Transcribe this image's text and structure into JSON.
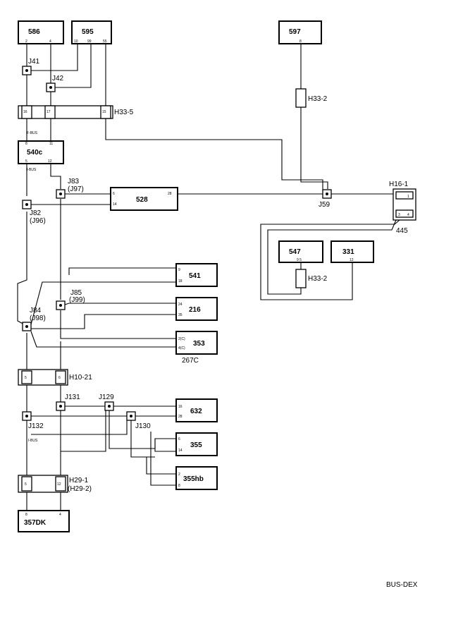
{
  "components": {
    "c586": "586",
    "c595": "595",
    "c597": "597",
    "c540c": "540c",
    "c528": "528",
    "c547": "547",
    "c331": "331",
    "c541": "541",
    "c216": "216",
    "c353": "353",
    "c632": "632",
    "c355": "355",
    "c355hb": "355hb",
    "c357dk": "357DK"
  },
  "connectors": {
    "h33_5": "H33-5",
    "h33_2_top": "H33-2",
    "h16_1": "H16-1",
    "h33_2_bottom": "H33-2",
    "h10_21": "H10-21",
    "h29_1": "H29-1",
    "h29_2": "(H29-2)"
  },
  "junctions": {
    "j41": "J41",
    "j42": "J42",
    "j83": "J83",
    "j97": "(J97)",
    "j82": "J82",
    "j96": "(J96)",
    "j59": "J59",
    "j85": "J85",
    "j99": "(J99)",
    "j84": "J84",
    "j98": "(J98)",
    "j131": "J131",
    "j129": "J129",
    "j132": "J132",
    "j130": "J130"
  },
  "misc": {
    "n445": "445",
    "n267c": "267C",
    "footer": "BUS-DEX"
  },
  "pins": {
    "p586_a": "2",
    "p586_b": "4",
    "p595_a": "10",
    "p595_b": "99",
    "p595_c": "55",
    "p597": "8",
    "p540_top_a": "8",
    "p540_top_b": "11",
    "p540_bot_a": "5",
    "p540_bot_b": "12",
    "p528_a": "6",
    "p528_b": "14",
    "p528_c": "28",
    "p547": "9 5",
    "p331": "12",
    "p541_a": "9",
    "p541_b": "18",
    "p216_a": "24",
    "p216_b": "35",
    "p353_a": "2(C)",
    "p353_b": "4(C)",
    "p632_a": "16",
    "p632_b": "28",
    "p355_a": "6",
    "p355_b": "14",
    "p355hb_a": "2",
    "p355hb_b": "8",
    "p357_a": "8",
    "p357_b": "4",
    "h33_5_a": "16",
    "h33_5_b": "17",
    "h33_5_c": "15",
    "h16_a": "1",
    "h16_b": "3",
    "h16_c": "4",
    "h10_a": "5",
    "h10_b": "6",
    "h29_a": "5",
    "h29_b": "12",
    "fbus_top": "F-BUS",
    "ibus": "I-BUS",
    "ibus2": "I-BUS"
  }
}
